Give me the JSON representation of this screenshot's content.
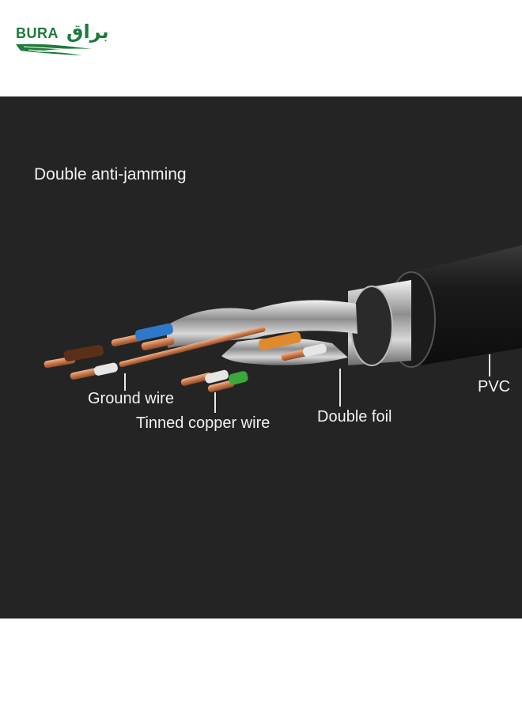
{
  "brand": {
    "name_latin": "BURA",
    "name_arabic": "براق",
    "color": "#1e7a3a"
  },
  "figure": {
    "title": "Double anti-jamming",
    "background": "#242424",
    "labels": {
      "ground_wire": "Ground wire",
      "tinned_copper_wire": "Tinned copper wire",
      "double_foil": "Double foil",
      "pvc": "PVC"
    }
  }
}
